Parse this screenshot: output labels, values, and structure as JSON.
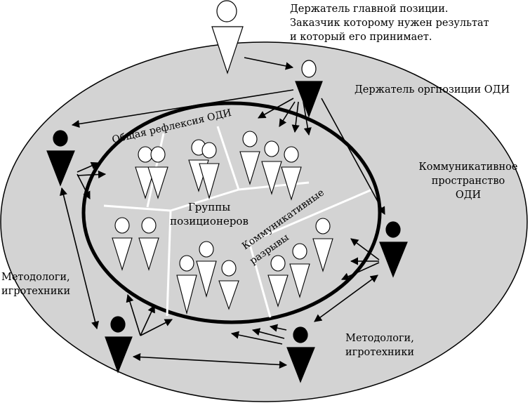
{
  "labels": {
    "main_holder": [
      "Держатель главной позиции.",
      "Заказчик которому нужен результат",
      "и который его принимает."
    ],
    "org_holder": "Держатель оргпозиции ОДИ",
    "comm_space": [
      "Коммуникативное",
      "пространство",
      "ОДИ"
    ],
    "methodologists_left": [
      "Методологи,",
      "игротехники"
    ],
    "methodologists_right": [
      "Методологи,",
      "игротехники"
    ],
    "groups": [
      "Группы",
      "позиционеров"
    ],
    "general_session": "Общая рефлексия ОДИ",
    "comm_gaps": [
      "Коммуникативные",
      "разрывы"
    ]
  },
  "colors": {
    "outer_fill": "#d3d3d3",
    "stroke": "#000000",
    "divider": "#ffffff",
    "figure_fill": "#ffffff",
    "figure_dark": "#000000"
  }
}
